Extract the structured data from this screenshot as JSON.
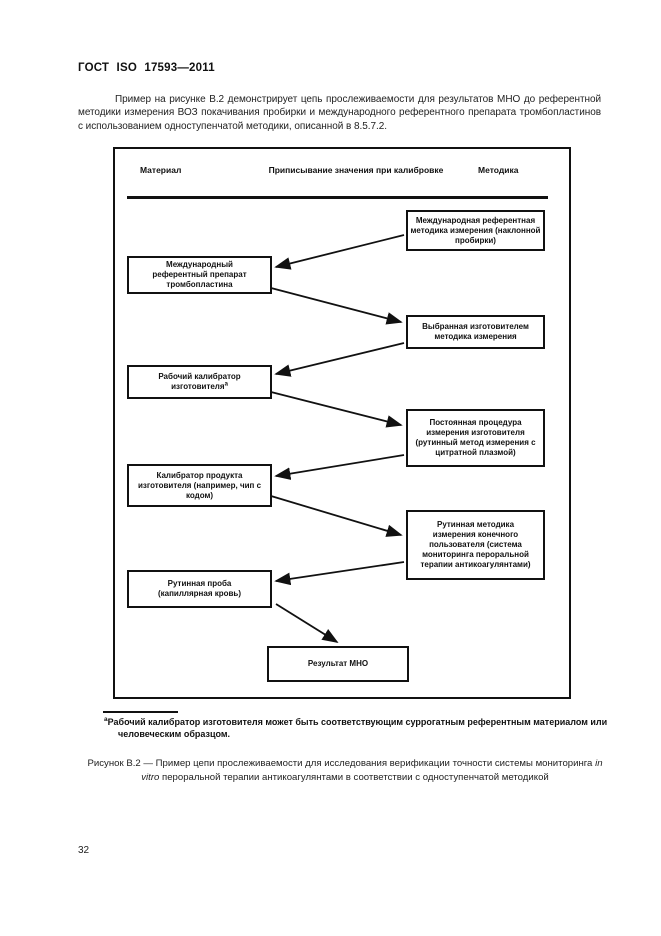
{
  "page": {
    "header": "ГОСТ ISO 17593—2011",
    "number": "32"
  },
  "intro_text": "Пример на рисунке В.2 демонстрирует цепь прослеживаемости для результатов МНО до референтной методики измерения ВОЗ покачивания пробирки и международного референтного препарата тромбопластинов с использованием одноступенчатой методики, описанной в 8.5.7.2.",
  "diagram": {
    "column_headers": {
      "material": "Материал",
      "calibration": "Приписывание значения при калибровке",
      "method": "Методика"
    },
    "boxes": {
      "r1": "Международная референтная методика измерения (наклонной пробирки)",
      "l1": "Международный референтный препарат тромбопластина",
      "r2": "Выбранная изготовителем методика измерения",
      "l2": {
        "text": "Рабочий калибратор изготовителя",
        "footnote_marker": "a"
      },
      "r3": "Постоянная процедура измерения изготовителя (рутинный метод измерения с цитратной плазмой)",
      "l3": "Калибратор продукта изготовителя (например, чип с кодом)",
      "r4": "Рутинная методика измерения конечного пользователя (система мониторинга пероральной терапии антикоагулянтами)",
      "l4": "Рутинная проба (капиллярная кровь)",
      "result": "Результат МНО"
    },
    "line_color": "#111111"
  },
  "footnote": {
    "marker": "a",
    "text": "Рабочий калибратор изготовителя может быть соответствующим суррогатным референтным материалом или человеческим образцом."
  },
  "caption": {
    "prefix": "Рисунок В.2 — Пример цепи прослеживаемости для исследования верификации точности системы мониторинга ",
    "italic": "in vitro",
    "suffix": " пероральной терапии антикоагулянтами в соответствии с одноступенчатой методикой"
  }
}
